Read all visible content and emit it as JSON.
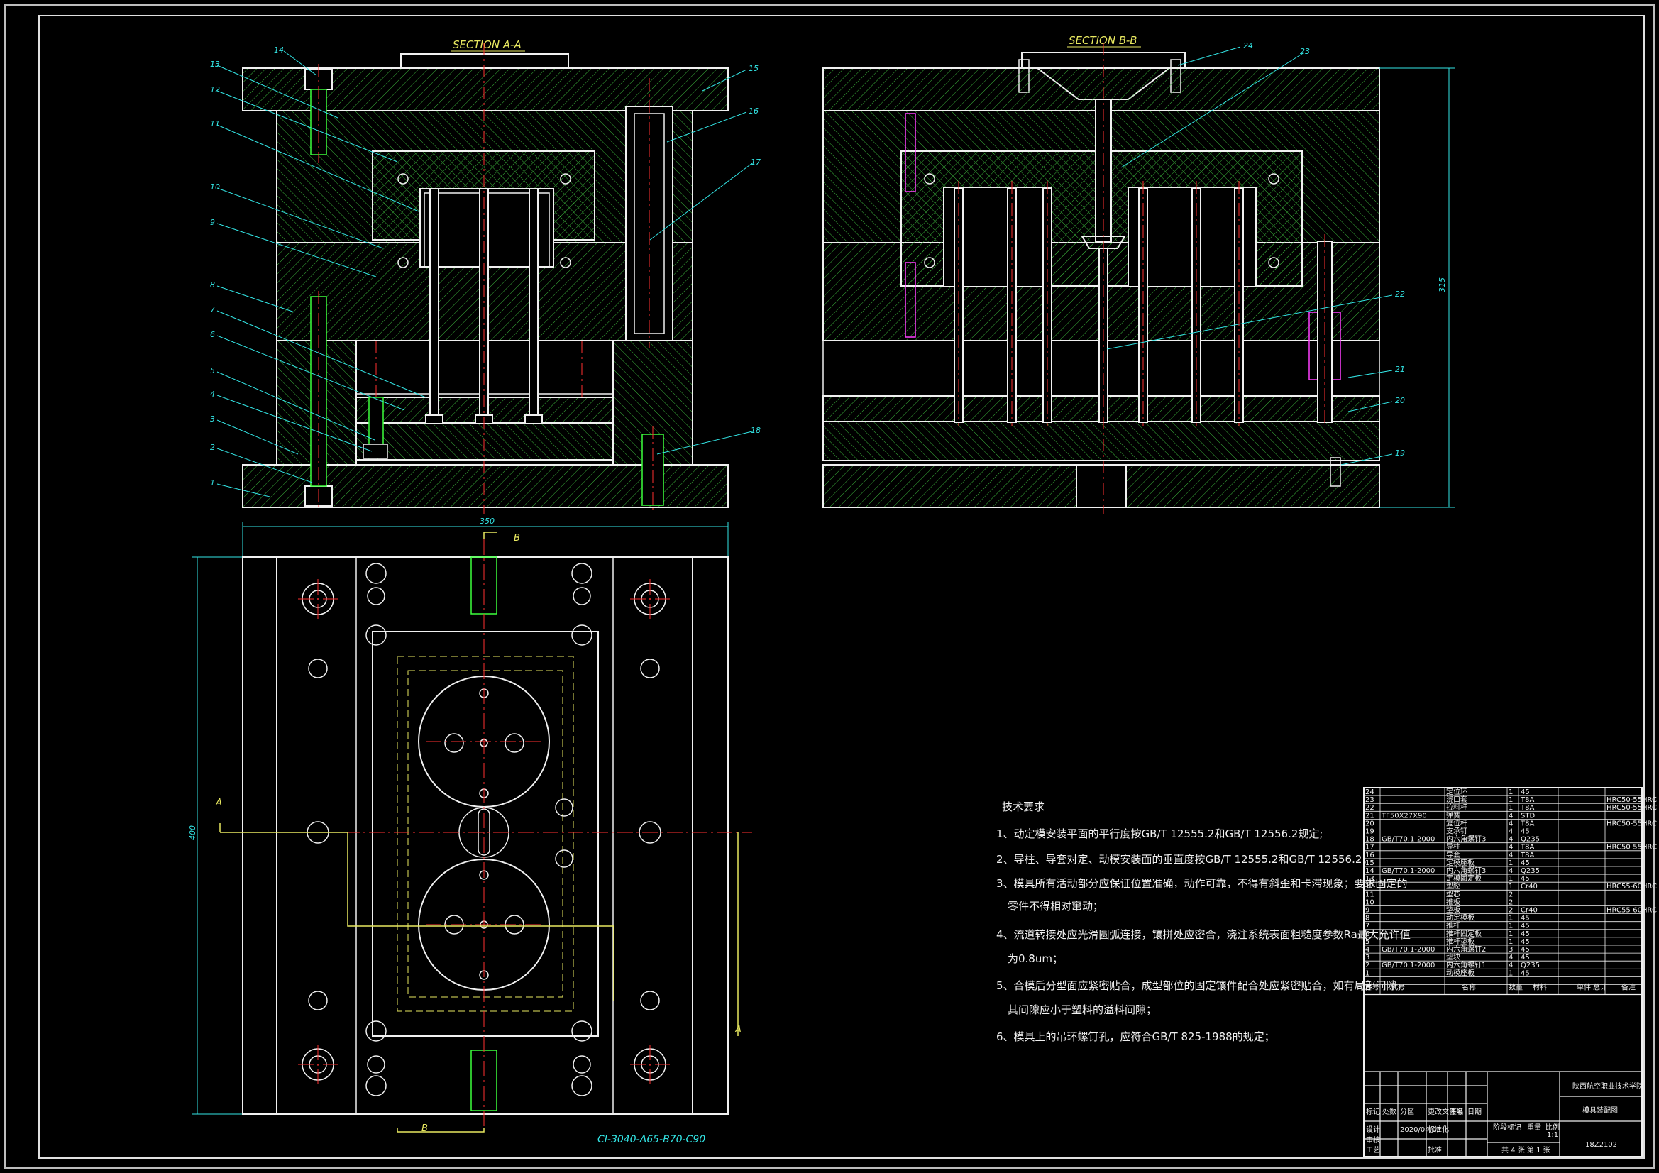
{
  "drawing": {
    "title_section_a": "SECTION A-A",
    "title_section_b": "SECTION B-B",
    "mold_base_code": "CI-3040-A65-B70-C90",
    "dim_width": "350",
    "dim_height_plan": "400",
    "dim_height_side": "315",
    "cut_a": "A",
    "cut_b": "B"
  },
  "callouts_a": [
    "14",
    "13",
    "12",
    "11",
    "10",
    "9",
    "8",
    "7",
    "6",
    "5",
    "4",
    "3",
    "2",
    "1",
    "15",
    "16",
    "17",
    "18"
  ],
  "callouts_b": [
    "24",
    "23",
    "22",
    "21",
    "20",
    "19"
  ],
  "tech_requirements": {
    "heading": "技术要求",
    "items": [
      "1、动定模安装平面的平行度按GB/T 12555.2和GB/T 12556.2规定;",
      "2、导柱、导套对定、动模安装面的垂直度按GB/T 12555.2和GB/T 12556.2；",
      "3、模具所有活动部分应保证位置准确，动作可靠，不得有斜歪和卡滞现象；要求固定的",
      "零件不得相对窜动；",
      "4、流道转接处应光滑圆弧连接，镶拼处应密合，浇注系统表面粗糙度参数Ra最大允许值",
      "为0.8um；",
      "5、合模后分型面应紧密贴合，成型部位的固定镶件配合处应紧密贴合，如有局部间隙，",
      "其间隙应小于塑料的溢料间隙；",
      "6、模具上的吊环螺钉孔，应符合GB/T 825-1988的规定；"
    ]
  },
  "bom": [
    {
      "no": "24",
      "code": "",
      "name": "定位环",
      "qty": "1",
      "mat": "45",
      "note": ""
    },
    {
      "no": "23",
      "code": "",
      "name": "浇口套",
      "qty": "1",
      "mat": "T8A",
      "note": "HRC50-55HRC"
    },
    {
      "no": "22",
      "code": "",
      "name": "拉料杆",
      "qty": "1",
      "mat": "T8A",
      "note": "HRC50-55HRC"
    },
    {
      "no": "21",
      "code": "TF50X27X90",
      "name": "弹簧",
      "qty": "4",
      "mat": "STD",
      "note": ""
    },
    {
      "no": "20",
      "code": "",
      "name": "复位杆",
      "qty": "4",
      "mat": "T8A",
      "note": "HRC50-55HRC"
    },
    {
      "no": "19",
      "code": "",
      "name": "支承钉",
      "qty": "4",
      "mat": "45",
      "note": ""
    },
    {
      "no": "18",
      "code": "GB/T70.1-2000",
      "name": "内六角螺钉3",
      "qty": "4",
      "mat": "Q235",
      "note": ""
    },
    {
      "no": "17",
      "code": "",
      "name": "导柱",
      "qty": "4",
      "mat": "T8A",
      "note": "HRC50-55HRC"
    },
    {
      "no": "16",
      "code": "",
      "name": "导套",
      "qty": "4",
      "mat": "T8A",
      "note": ""
    },
    {
      "no": "15",
      "code": "",
      "name": "定模座板",
      "qty": "1",
      "mat": "45",
      "note": ""
    },
    {
      "no": "14",
      "code": "GB/T70.1-2000",
      "name": "内六角螺钉3",
      "qty": "4",
      "mat": "Q235",
      "note": ""
    },
    {
      "no": "13",
      "code": "",
      "name": "定模固定板",
      "qty": "1",
      "mat": "45",
      "note": ""
    },
    {
      "no": "12",
      "code": "",
      "name": "型腔",
      "qty": "1",
      "mat": "Cr40",
      "note": "HRC55-60HRC"
    },
    {
      "no": "11",
      "code": "",
      "name": "型芯",
      "qty": "2",
      "mat": "",
      "note": ""
    },
    {
      "no": "10",
      "code": "",
      "name": "推板",
      "qty": "2",
      "mat": "",
      "note": ""
    },
    {
      "no": "9",
      "code": "",
      "name": "垫板",
      "qty": "2",
      "mat": "Cr40",
      "note": "HRC55-60HRC"
    },
    {
      "no": "8",
      "code": "",
      "name": "动定模板",
      "qty": "1",
      "mat": "45",
      "note": ""
    },
    {
      "no": "7",
      "code": "",
      "name": "推杆",
      "qty": "1",
      "mat": "45",
      "note": ""
    },
    {
      "no": "6",
      "code": "",
      "name": "推杆固定板",
      "qty": "1",
      "mat": "45",
      "note": ""
    },
    {
      "no": "5",
      "code": "",
      "name": "推杆垫板",
      "qty": "1",
      "mat": "45",
      "note": ""
    },
    {
      "no": "4",
      "code": "GB/T70.1-2000",
      "name": "内六角螺钉2",
      "qty": "3",
      "mat": "45",
      "note": ""
    },
    {
      "no": "3",
      "code": "",
      "name": "垫块",
      "qty": "4",
      "mat": "45",
      "note": ""
    },
    {
      "no": "2",
      "code": "GB/T70.1-2000",
      "name": "内六角螺钉1",
      "qty": "4",
      "mat": "Q235",
      "note": ""
    },
    {
      "no": "1",
      "code": "",
      "name": "动模座板",
      "qty": "1",
      "mat": "45",
      "note": ""
    }
  ],
  "bom_header": [
    "序号",
    "代号",
    "名称",
    "数量",
    "材料",
    "单件",
    "总计",
    "备注"
  ],
  "title_block": {
    "school": "陕西航空职业技术学院",
    "drawing_name": "模具装配图",
    "drawing_no": "18Z2102",
    "scale": "1:1",
    "sheets": "共 4 张  第 1 张",
    "design": "设计",
    "check": "审核",
    "process": "工艺",
    "approve": "批准",
    "mark": "标记",
    "count": "处数",
    "zone": "分区",
    "doc": "更改文件号",
    "sign": "签名",
    "date": "日期",
    "stage": "阶段标记",
    "weight": "重量",
    "ratio": "比例",
    "std": "标准化",
    "standardize_date": "2020/04/02"
  },
  "colors": {
    "frame": "#d8d8d8",
    "hatch": "#3cff3c",
    "line": "#f0f0f0",
    "center": "#ff3030",
    "dim": "#33e6e6",
    "label": "#e8e860",
    "hidden": "#e8e860",
    "accent": "#ff40ff"
  }
}
